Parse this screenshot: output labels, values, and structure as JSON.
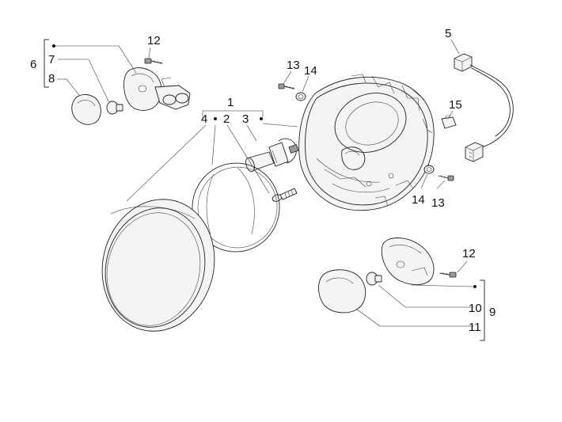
{
  "diagram": {
    "callouts": {
      "c1": "1",
      "c2": "2",
      "c3": "3",
      "c4": "4",
      "c5": "5",
      "c6": "6",
      "c7": "7",
      "c8": "8",
      "c9": "9",
      "c10": "10",
      "c11": "11",
      "c12_top": "12",
      "c12_bottom": "12",
      "c13_top": "13",
      "c13_bottom": "13",
      "c14_top": "14",
      "c14_bottom": "14",
      "c15": "15"
    }
  }
}
